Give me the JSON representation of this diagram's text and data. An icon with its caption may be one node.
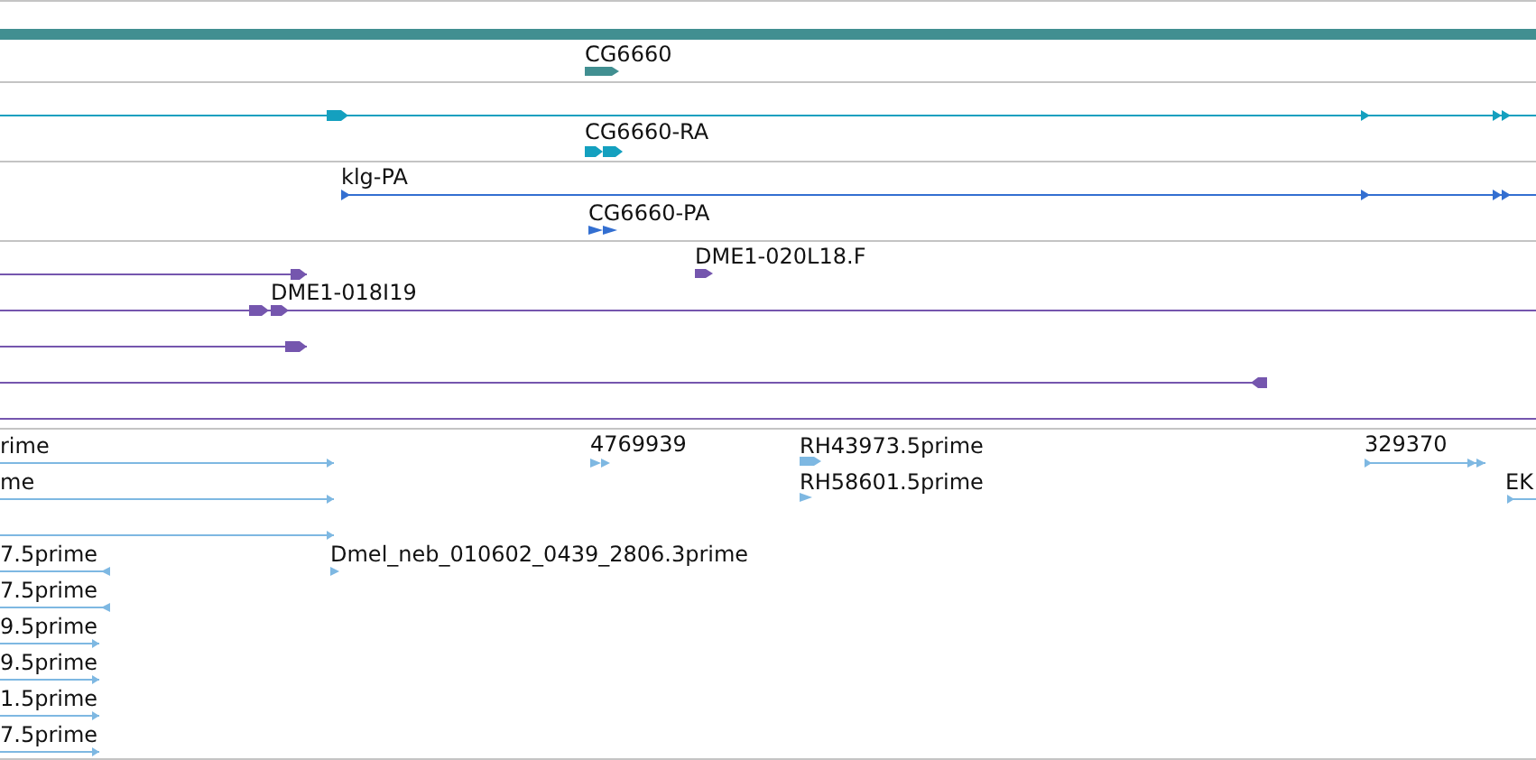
{
  "diagram": {
    "labels": [
      "CG6660",
      "CG6660-RA",
      "klg-PA",
      "CG6660-PA",
      "DME1-020L18.F",
      "DME1-018I19",
      "rime",
      "4769939",
      "RH43973.5prime",
      "329370",
      "me",
      "RH58601.5prime",
      "EK",
      "7.5prime",
      "Dmel_neb_010602_0439_2806.3prime",
      "7.5prime",
      "9.5prime",
      "9.5prime",
      "1.5prime",
      "7.5prime"
    ]
  }
}
